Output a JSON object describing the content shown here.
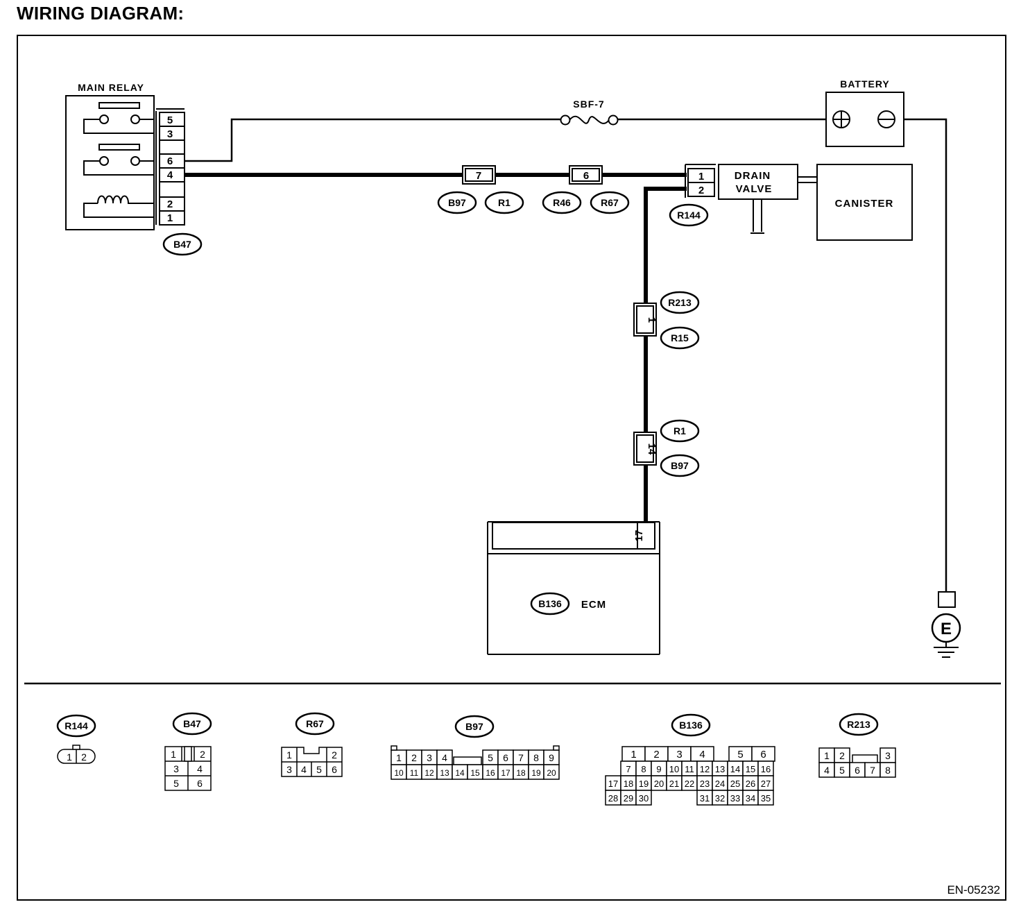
{
  "title": "WIRING DIAGRAM:",
  "doc_code": "EN-05232",
  "components": {
    "main_relay": "MAIN RELAY",
    "battery": "BATTERY",
    "fuse": "SBF-7",
    "drain_valve_line1": "DRAIN",
    "drain_valve_line2": "VALVE",
    "canister": "CANISTER",
    "ecm": "ECM",
    "ground": "E"
  },
  "relay_pins": [
    "5",
    "3",
    "6",
    "4",
    "2",
    "1"
  ],
  "connector_tags": {
    "b47": "B47",
    "b97": "B97",
    "r1": "R1",
    "r46": "R46",
    "r67": "R67",
    "r144": "R144",
    "r213": "R213",
    "r15": "R15",
    "b136": "B136"
  },
  "wire_pins": {
    "p7": "7",
    "p6": "6",
    "dv1": "1",
    "dv2": "2",
    "p1": "1",
    "p14": "14",
    "p17": "17"
  },
  "connector_legend": [
    {
      "id": "R144",
      "pins": [
        "1",
        "2"
      ]
    },
    {
      "id": "B47",
      "pins": [
        "1",
        "2",
        "3",
        "4",
        "5",
        "6"
      ]
    },
    {
      "id": "R67",
      "pins": [
        "1",
        "2",
        "3",
        "4",
        "5",
        "6"
      ]
    },
    {
      "id": "B97",
      "pins": [
        "1",
        "2",
        "3",
        "4",
        "5",
        "6",
        "7",
        "8",
        "9",
        "10",
        "11",
        "12",
        "13",
        "14",
        "15",
        "16",
        "17",
        "18",
        "19",
        "20"
      ]
    },
    {
      "id": "B136",
      "pins": [
        "1",
        "2",
        "3",
        "4",
        "5",
        "6",
        "7",
        "8",
        "9",
        "10",
        "11",
        "12",
        "13",
        "14",
        "15",
        "16",
        "17",
        "18",
        "19",
        "20",
        "21",
        "22",
        "23",
        "24",
        "25",
        "26",
        "27",
        "28",
        "29",
        "30",
        "31",
        "32",
        "33",
        "34",
        "35"
      ]
    },
    {
      "id": "R213",
      "pins": [
        "1",
        "2",
        "3",
        "4",
        "5",
        "6",
        "7",
        "8"
      ]
    }
  ]
}
